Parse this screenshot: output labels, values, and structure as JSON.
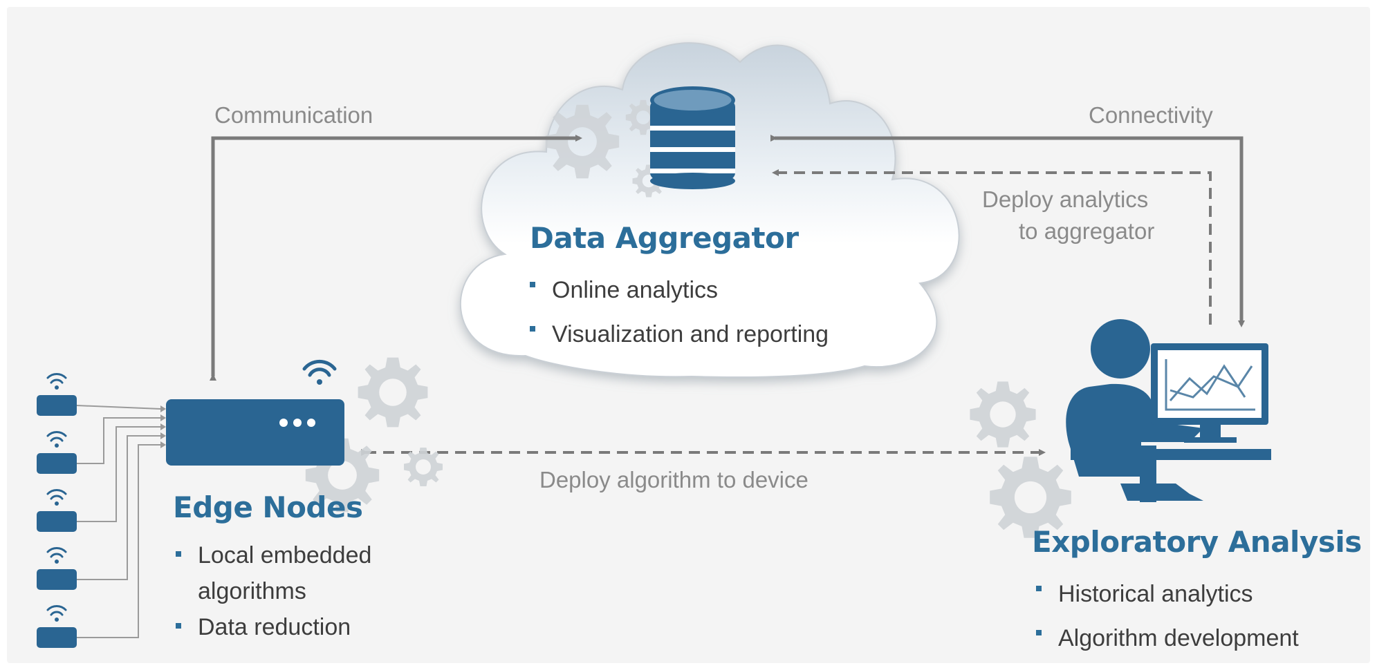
{
  "connections": {
    "communication": "Communication",
    "connectivity": "Connectivity",
    "deploy_aggregator_line1": "Deploy analytics",
    "deploy_aggregator_line2": "to aggregator",
    "deploy_device": "Deploy algorithm to device"
  },
  "aggregator": {
    "title": "Data Aggregator",
    "bullets": [
      "Online analytics",
      "Visualization and reporting"
    ]
  },
  "edge": {
    "title": "Edge Nodes",
    "bullets": [
      "Local embedded",
      "algorithms",
      "Data reduction"
    ]
  },
  "exploratory": {
    "title": "Exploratory Analysis",
    "bullets": [
      "Historical analytics",
      "Algorithm development"
    ]
  },
  "icons": [
    "database-icon",
    "cloud-icon",
    "gear-icon",
    "wifi-icon",
    "sensor-icon",
    "edge-device-icon",
    "user-at-computer-icon",
    "chart-monitor-icon"
  ],
  "colors": {
    "accent": "#2c6e9a",
    "arrow": "#7a7a7a",
    "label": "#8a8a8a",
    "text": "#3d3d3d",
    "background": "#f4f4f4"
  }
}
